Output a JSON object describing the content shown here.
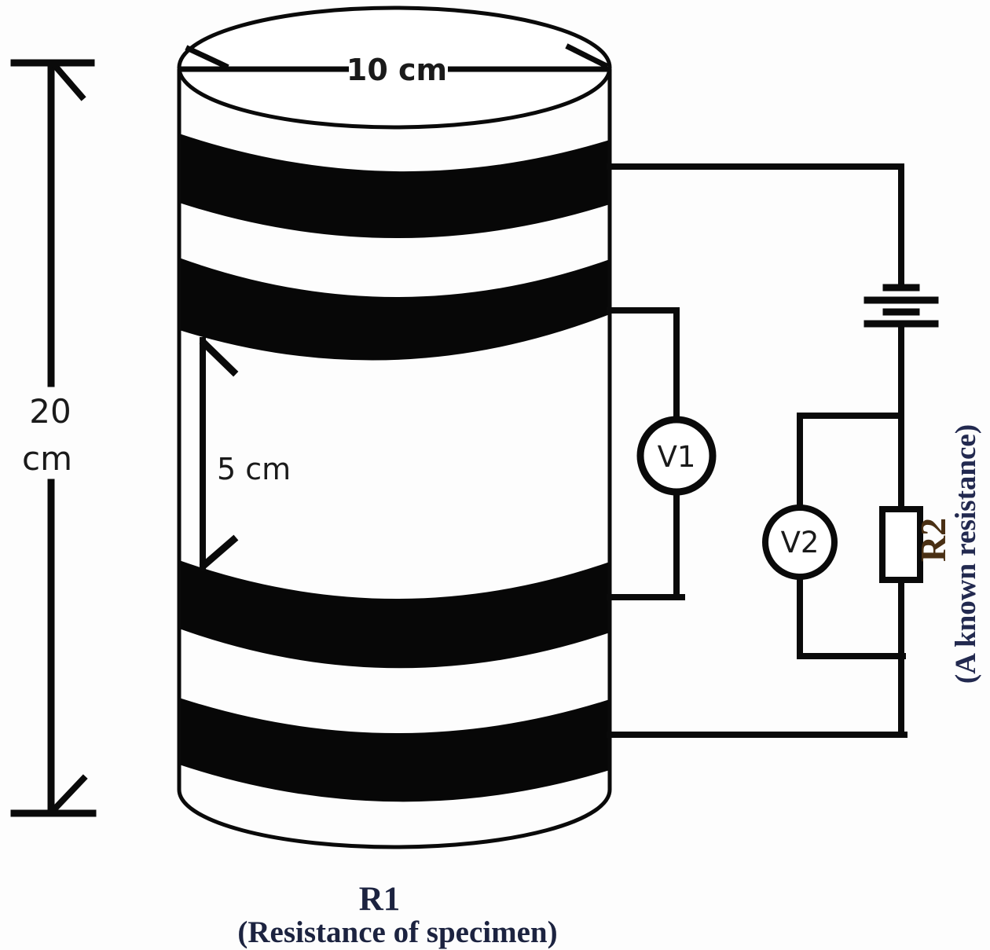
{
  "colors": {
    "background": "#fdfdfd",
    "line": "#0a0a0a",
    "band": "#070707",
    "dimension_text": "#1a1a1a",
    "r2_label": "#4a3014",
    "known_resistance": "#22294f",
    "caption": "#1c2340"
  },
  "cylinder": {
    "diameter_label": "10 cm",
    "height_value": "20",
    "height_unit": "cm",
    "electrode_gap_label": "5 cm",
    "electrode_band_count": 4
  },
  "specimen": {
    "label": "R1",
    "caption": "(Resistance of specimen)"
  },
  "circuit": {
    "voltmeter1": "V1",
    "voltmeter2": "V2",
    "resistor": "R2",
    "resistor_caption": "(A known resistance)"
  }
}
